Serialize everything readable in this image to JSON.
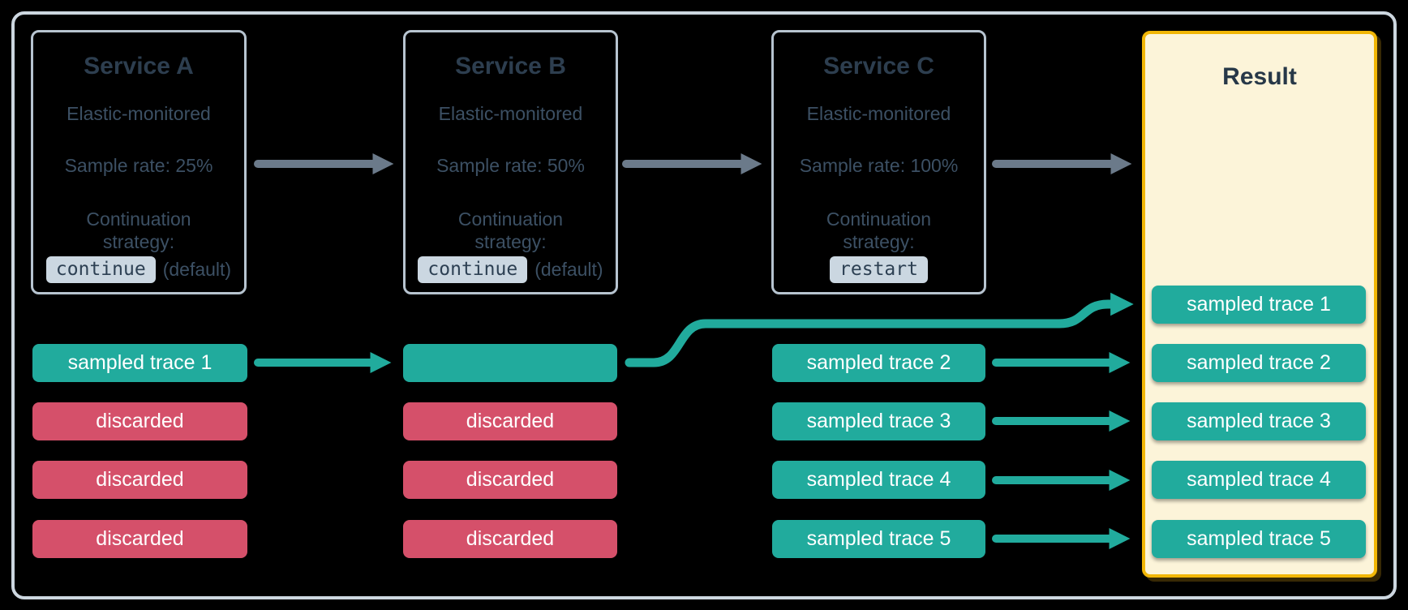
{
  "diagram": {
    "services": [
      {
        "name": "Service A",
        "subtitle": "Elastic-monitored",
        "sample_rate": "Sample rate: 25%",
        "strategy_line1": "Continuation",
        "strategy_line2": "strategy:",
        "strategy_value": "continue",
        "strategy_suffix": "(default)"
      },
      {
        "name": "Service B",
        "subtitle": "Elastic-monitored",
        "sample_rate": "Sample rate: 50%",
        "strategy_line1": "Continuation",
        "strategy_line2": "strategy:",
        "strategy_value": "continue",
        "strategy_suffix": "(default)"
      },
      {
        "name": "Service C",
        "subtitle": "Elastic-monitored",
        "sample_rate": "Sample rate: 100%",
        "strategy_line1": "Continuation",
        "strategy_line2": "strategy:",
        "strategy_value": "restart",
        "strategy_suffix": ""
      }
    ],
    "traces": {
      "column_a": [
        "sampled trace 1",
        "discarded",
        "discarded",
        "discarded"
      ],
      "column_b": [
        "",
        "discarded",
        "discarded",
        "discarded"
      ],
      "column_c": [
        "sampled trace 2",
        "sampled trace 3",
        "sampled trace 4",
        "sampled trace 5"
      ]
    },
    "result": {
      "title": "Result",
      "items": [
        "sampled trace 1",
        "sampled trace 2",
        "sampled trace 3",
        "sampled trace 4",
        "sampled trace 5"
      ]
    },
    "colors": {
      "teal": "#21ab9d",
      "red": "#d5506a",
      "arrow_gray": "#6b7a8a",
      "service_border": "#b7c4d0",
      "frame_border": "#cdd7e0",
      "result_background": "#fcf4d9",
      "result_border": "#f1b606",
      "heading_text": "#2d3e4f",
      "body_text": "#3c5064",
      "badge_background": "#cbd7e1",
      "pill_text": "#ffffff"
    }
  }
}
